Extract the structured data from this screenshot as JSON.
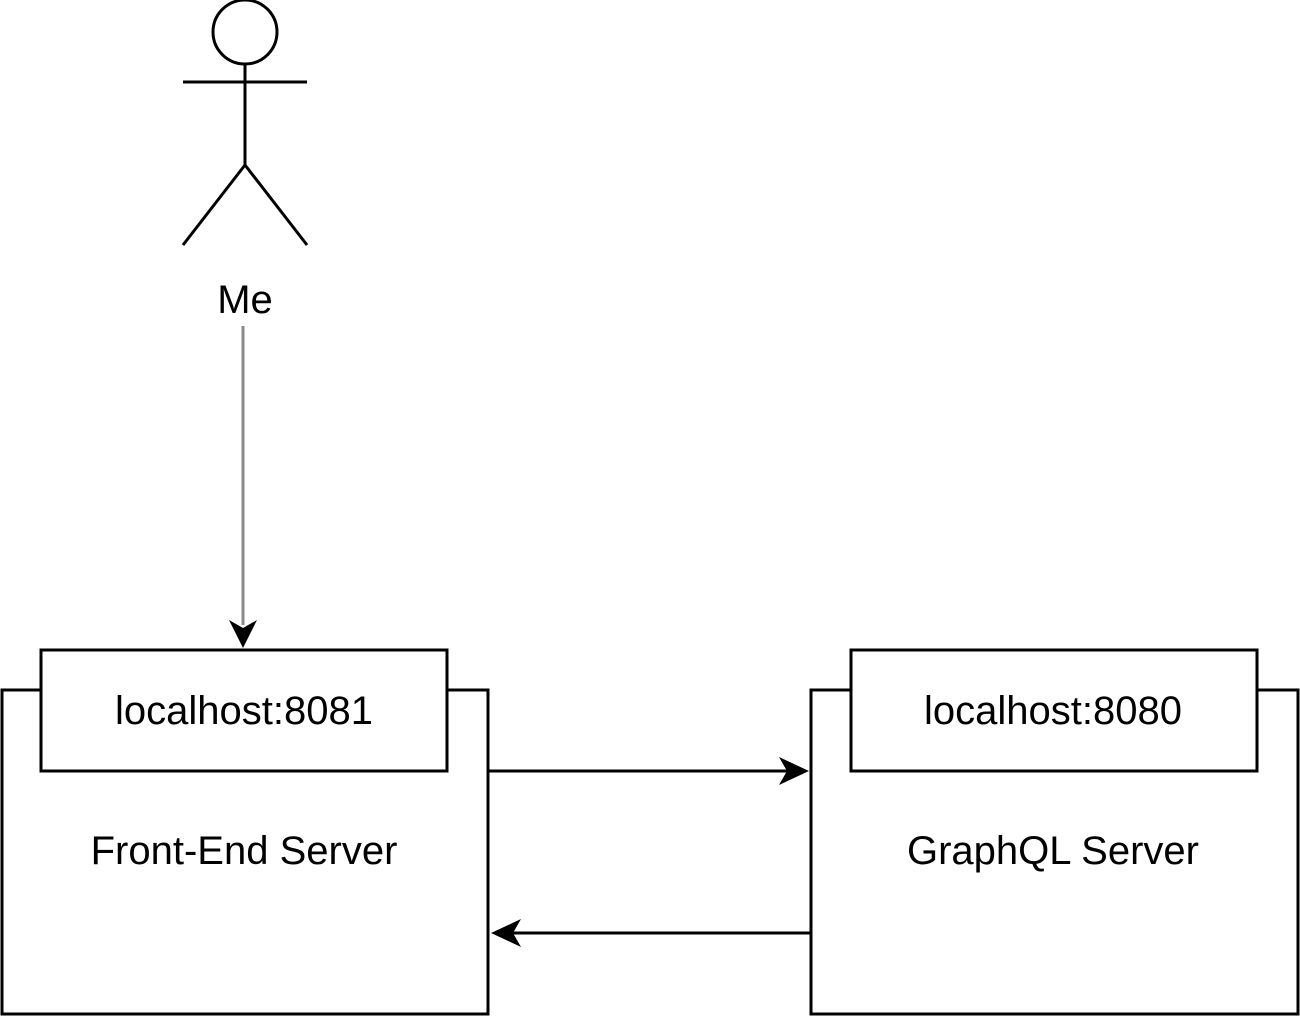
{
  "diagram": {
    "type": "deployment",
    "actor": {
      "label": "Me"
    },
    "nodes": [
      {
        "id": "frontend",
        "title": "Front-End Server",
        "port_label": "localhost:8081"
      },
      {
        "id": "graphql",
        "title": "GraphQL Server",
        "port_label": "localhost:8080"
      }
    ],
    "edges": [
      {
        "from": "actor",
        "to": "frontend",
        "style": "gray"
      },
      {
        "from": "frontend",
        "to": "graphql",
        "style": "black"
      },
      {
        "from": "graphql",
        "to": "frontend",
        "style": "black"
      }
    ],
    "colors": {
      "stroke": "#000000",
      "actor_edge": "#8a8a8a",
      "background": "#ffffff"
    }
  }
}
